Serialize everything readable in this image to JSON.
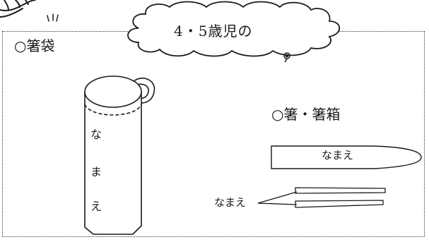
{
  "cloud_heading": "4・5歳児の",
  "chopstick_bag": {
    "title": "○箸袋",
    "name_chars": [
      "な",
      "ま",
      "え"
    ]
  },
  "chopsticks_and_case": {
    "title": "○箸・箸箱",
    "case_label": "なまえ",
    "chopsticks_label": "なまえ"
  },
  "colors": {
    "line": "#1a1a1a",
    "paper": "#ffffff"
  }
}
